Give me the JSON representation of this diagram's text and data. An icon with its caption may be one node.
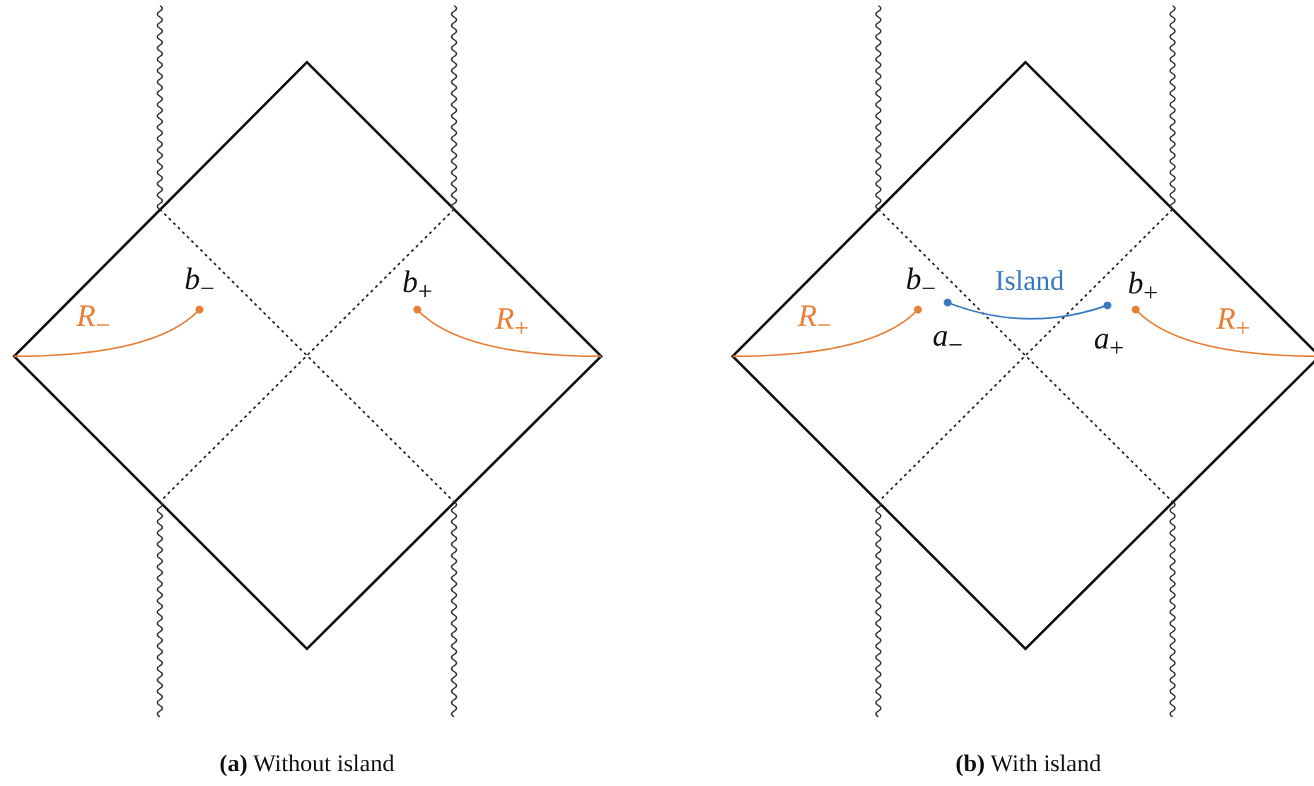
{
  "diagram": {
    "labels": [
      "*b*$_{−}$",
      "*b*$_{+}$",
      "*R*$_{−}$",
      "*R*$_{+}$",
      "**(a)** Without island",
      "*b*$_{−}$",
      "Island",
      "*b*$_{+}$",
      "*R*$_{−}$",
      "*R*$_{+}$",
      "*a*$_{−}$",
      "*a*$_{+}$",
      "**(b)** With island"
    ]
  }
}
